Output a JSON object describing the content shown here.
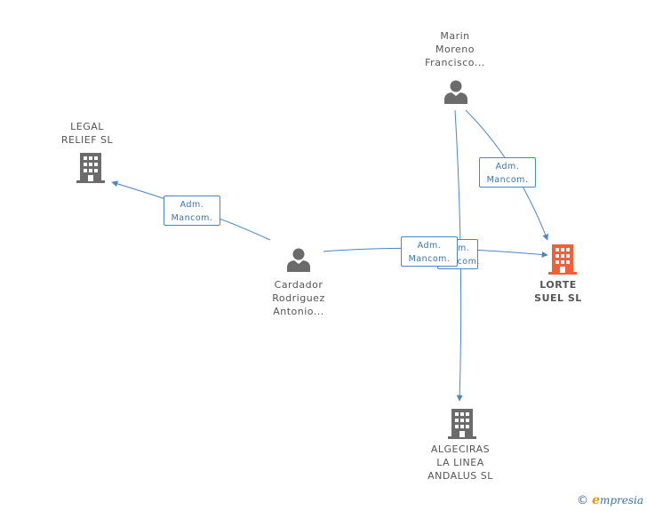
{
  "nodes": {
    "marin": {
      "lines": [
        "Marin",
        "Moreno",
        "Francisco..."
      ],
      "kind": "person"
    },
    "legal": {
      "lines": [
        "LEGAL",
        "RELIEF  SL"
      ],
      "kind": "company"
    },
    "cardador": {
      "lines": [
        "Cardador",
        "Rodriguez",
        "Antonio..."
      ],
      "kind": "person"
    },
    "lorte": {
      "lines": [
        "LORTE",
        "SUEL  SL"
      ],
      "kind": "company-highlight"
    },
    "algeciras": {
      "lines": [
        "ALGECIRAS",
        "LA LINEA",
        "ANDALUS SL"
      ],
      "kind": "company"
    }
  },
  "edges": {
    "marin_lorte": {
      "lines": [
        "Adm.",
        "Mancom."
      ]
    },
    "cardador_legal": {
      "lines": [
        "Adm.",
        "Mancom."
      ]
    },
    "cardador_lorte": {
      "lines": [
        "Adm.",
        "Mancom."
      ]
    },
    "marin_algeciras": {
      "lines": [
        "Adm.",
        "Mancom."
      ]
    }
  },
  "colors": {
    "edge": "#4a86c8",
    "icon": "#6b6b6b",
    "highlight": "#f2603a"
  },
  "footer": {
    "copyright": "©",
    "brand_first": "e",
    "brand_rest": "mpresia"
  }
}
